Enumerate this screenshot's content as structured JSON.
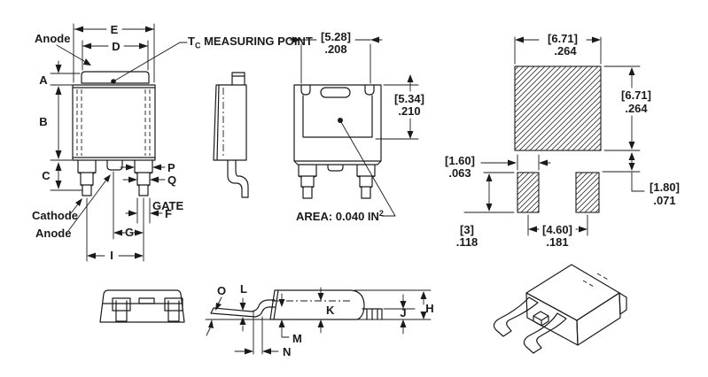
{
  "front_view": {
    "anode_top": "Anode",
    "cathode": "Cathode",
    "anode_bottom": "Anode",
    "gate": "GATE",
    "tc_t": "T",
    "tc_c": "C",
    "tc_rest": " MEASURING POINT",
    "dim_e": "E",
    "dim_d": "D",
    "dim_a": "A",
    "dim_b": "B",
    "dim_c": "C",
    "dim_p": "P",
    "dim_q": "Q",
    "dim_f": "F",
    "dim_g": "G",
    "dim_i": "I"
  },
  "back_view": {
    "width_mm": "[5.28]",
    "width_in": ".208",
    "height_mm": "[5.34]",
    "height_in": ".210",
    "area": "AREA: 0.040 IN",
    "area_sup": "2"
  },
  "land_pattern": {
    "pad_w_mm": "[6.71]",
    "pad_w_in": ".264",
    "pad_h_mm": "[6.71]",
    "pad_h_in": ".264",
    "small_w_mm": "[1.60]",
    "small_w_in": ".063",
    "small_h_mm": "[3]",
    "small_h_in": ".118",
    "pitch_mm": "[4.60]",
    "pitch_in": ".181",
    "gap_mm": "[1.80]",
    "gap_in": ".071"
  },
  "side_views": {
    "dim_o": "O",
    "dim_l": "L",
    "dim_m": "M",
    "dim_n": "N",
    "dim_k": "K",
    "dim_j": "J",
    "dim_h": "H"
  },
  "colors": {
    "line": "#1a1a1a",
    "background": "#ffffff"
  }
}
